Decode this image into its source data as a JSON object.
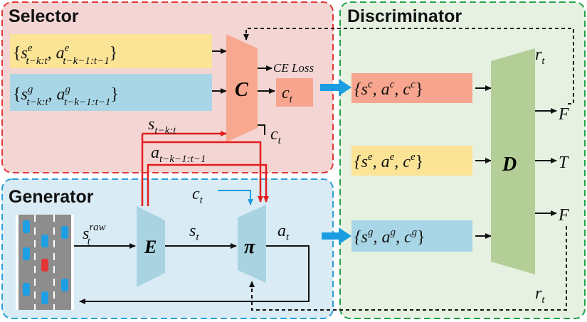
{
  "panels": {
    "selector": {
      "title": "Selector"
    },
    "discriminator": {
      "title": "Discriminator"
    },
    "generator": {
      "title": "Generator"
    }
  },
  "selector": {
    "expert_input": {
      "open": "{",
      "s": "s",
      "s_sup": "e",
      "s_sub": "t−k:t",
      "comma": ",",
      "a": "a",
      "a_sup": "e",
      "a_sub": "t−k−1:t−1",
      "close": "}"
    },
    "generated_input": {
      "open": "{",
      "s": "s",
      "s_sup": "g",
      "s_sub": "t−k:t",
      "comma": ",",
      "a": "a",
      "a_sup": "g",
      "a_sub": "t−k−1:t−1",
      "close": "}"
    },
    "module_label": "C",
    "loss_label": "CE Loss",
    "output": {
      "c": "c",
      "sub": "t"
    },
    "output_arrow": {
      "c": "c",
      "sub": "t"
    },
    "state_label": {
      "s": "s",
      "sub": "t−k:t"
    },
    "action_label": {
      "a": "a",
      "sub": "t−k−1:t−1"
    }
  },
  "discriminator": {
    "input_c": {
      "text_open": "{s",
      "s_sup": "c",
      "mid1": ", a",
      "a_sup": "c",
      "mid2": ", c",
      "c_sup": "c",
      "close": "}"
    },
    "input_e": {
      "text_open": "{s",
      "s_sup": "e",
      "mid1": ", a",
      "a_sup": "e",
      "mid2": ", c",
      "c_sup": "e",
      "close": "}"
    },
    "input_g": {
      "text_open": "{s",
      "s_sup": "g",
      "mid1": ", a",
      "a_sup": "g",
      "mid2": ", c",
      "c_sup": "g",
      "close": "}"
    },
    "module_label": "D",
    "outputs": [
      "F",
      "T",
      "F"
    ],
    "reward_top": {
      "r": "r",
      "sub": "t"
    },
    "reward_bottom": {
      "r": "r",
      "sub": "t"
    }
  },
  "generator": {
    "raw_state": {
      "s": "s",
      "sub": "t",
      "sup": "raw"
    },
    "encoder_label": "E",
    "state": {
      "s": "s",
      "sub": "t"
    },
    "policy_label": "π",
    "action": {
      "a": "a",
      "sub": "t"
    },
    "context": {
      "c": "c",
      "sub": "t"
    }
  },
  "colors": {
    "selector_border": "#e0393b",
    "selector_fill": "#f3d6d4",
    "discriminator_border": "#23a44a",
    "discriminator_fill": "#e6f1e1",
    "generator_border": "#2e9fd9",
    "generator_fill": "#d9ebf4",
    "expert_box": "#fce497",
    "generated_box": "#a9d6e6",
    "selected_box": "#f7a58e",
    "module_C": "#f8a88e",
    "module_D": "#b3ce96",
    "module_E_pi": "#a9d3e0",
    "red_arrow": "#e41c1c",
    "blue_arrow": "#1b9de2"
  }
}
